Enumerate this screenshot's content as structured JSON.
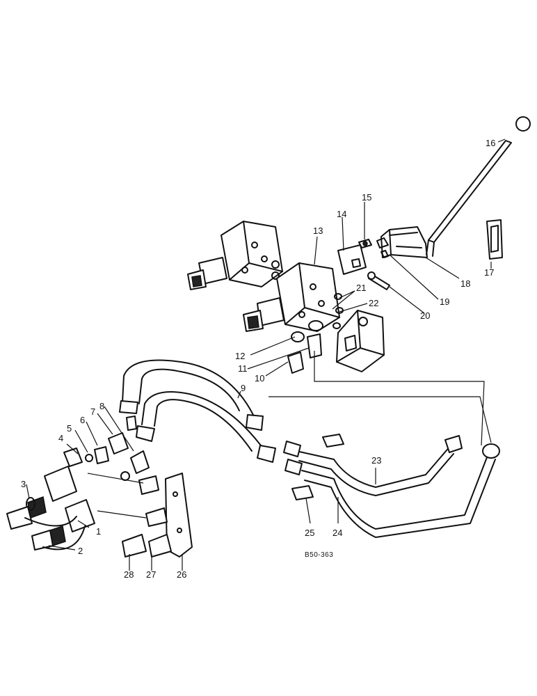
{
  "diagram": {
    "reference_code": "B50-363",
    "callouts": [
      "1",
      "2",
      "3",
      "4",
      "5",
      "6",
      "7",
      "8",
      "9",
      "10",
      "11",
      "12",
      "13",
      "14",
      "15",
      "16",
      "17",
      "18",
      "19",
      "20",
      "21",
      "22",
      "23",
      "24",
      "25",
      "26",
      "27",
      "28"
    ]
  }
}
